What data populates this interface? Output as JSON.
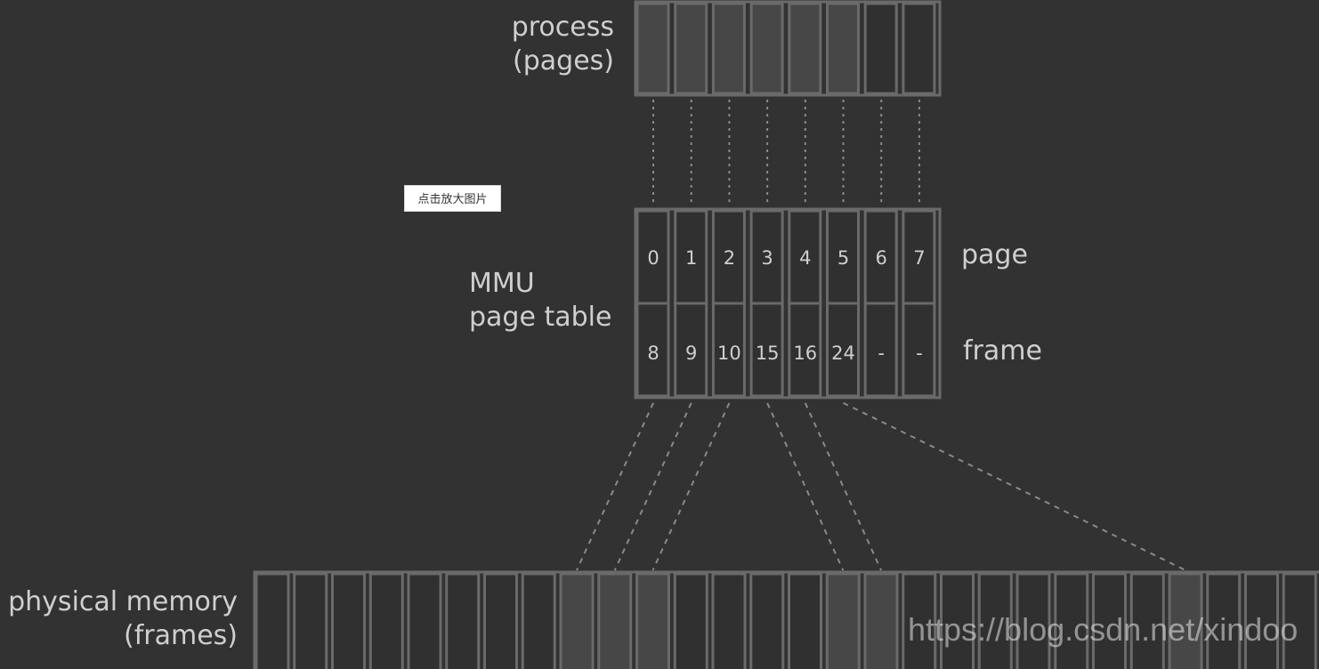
{
  "labels": {
    "process_line1": "process",
    "process_line2": "(pages)",
    "mmu_line1": "MMU",
    "mmu_line2": "page table",
    "page_row": "page",
    "frame_row": "frame",
    "physical_line1": "physical memory",
    "physical_line2": "(frames)"
  },
  "zoom_button": {
    "label": "点击放大图片"
  },
  "watermark": "https://blog.csdn.net/xindoo",
  "process_pages": [
    {
      "index": 0,
      "mapped": true
    },
    {
      "index": 1,
      "mapped": true
    },
    {
      "index": 2,
      "mapped": true
    },
    {
      "index": 3,
      "mapped": true
    },
    {
      "index": 4,
      "mapped": true
    },
    {
      "index": 5,
      "mapped": true
    },
    {
      "index": 6,
      "mapped": false
    },
    {
      "index": 7,
      "mapped": false
    }
  ],
  "page_table": [
    {
      "page": "0",
      "frame": "8"
    },
    {
      "page": "1",
      "frame": "9"
    },
    {
      "page": "2",
      "frame": "10"
    },
    {
      "page": "3",
      "frame": "15"
    },
    {
      "page": "4",
      "frame": "16"
    },
    {
      "page": "5",
      "frame": "24"
    },
    {
      "page": "6",
      "frame": "-"
    },
    {
      "page": "7",
      "frame": "-"
    }
  ],
  "physical_frames": {
    "first_frame": 0,
    "count": 28,
    "occupied": [
      8,
      9,
      10,
      15,
      16,
      24
    ]
  },
  "colors": {
    "background": "#323232",
    "border": "#6a6a6a",
    "cell_used": "#474747",
    "cell_free": "#303030",
    "text": "#cfcfcf",
    "connector": "#8a8a8a"
  }
}
